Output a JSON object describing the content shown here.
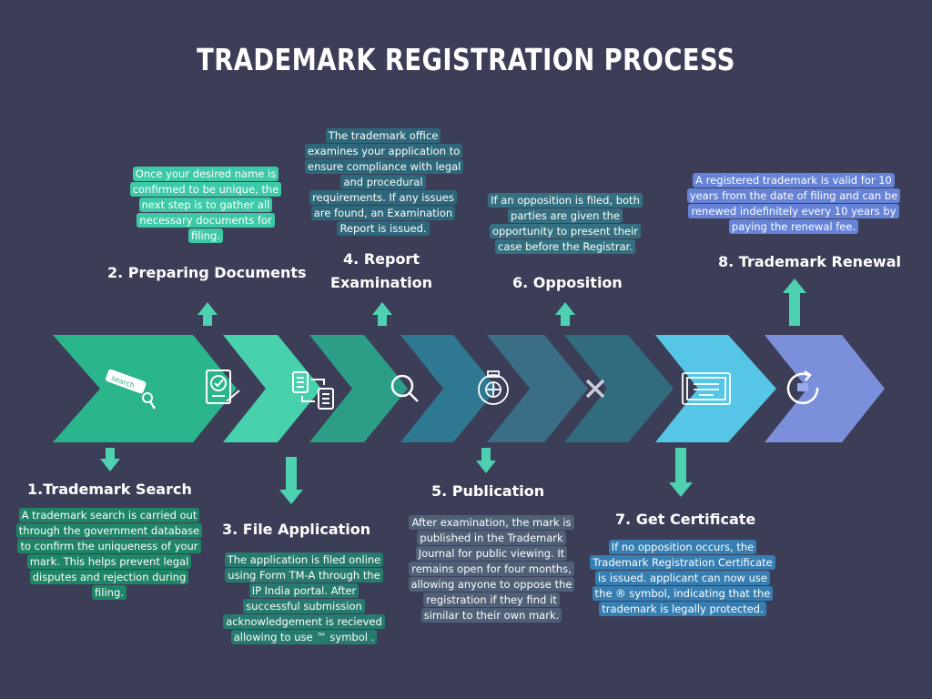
{
  "title": "TRADEMARK REGISTRATION PROCESS",
  "steps": [
    {
      "heading": "1.Trademark Search",
      "text": "A trademark search is carried out through the government database to confirm the uniqueness of your mark. This helps prevent legal disputes and rejection during filing.",
      "icon": "search-tag-icon",
      "color": "#2bb58c"
    },
    {
      "heading": "2. Preparing Documents",
      "text": "Once your desired name is confirmed to be unique, the next step is to gather all necessary documents for filing.",
      "icon": "document-check-icon",
      "color": "#47d1ad"
    },
    {
      "heading": "3. File Application",
      "text": "The application is filed online using Form TM-A through the IP India portal. After successful submission acknowledgement is recieved allowing to use ™ symbol .",
      "icon": "file-exchange-icon",
      "color": "#2c9d86"
    },
    {
      "heading": "4. Report Examination",
      "text": "The trademark office examines your application to ensure compliance with legal and procedural requirements. If any issues are found, an Examination Report is issued.",
      "icon": "magnifier-icon",
      "color": "#2f7891"
    },
    {
      "heading": "5. Publication",
      "text": "After examination, the mark is published in the Trademark Journal for public viewing. It remains open for four months, allowing anyone to oppose the registration if they find it similar to their own mark.",
      "icon": "globe-publish-icon",
      "color": "#3a6e87"
    },
    {
      "heading": "6. Opposition",
      "text": "If an opposition is filed, both parties are given the opportunity to present their case before the Registrar.",
      "icon": "cross-icon",
      "color": "#316c7e"
    },
    {
      "heading": "7. Get Certificate",
      "text": "If no opposition occurs, the Trademark Registration Certificate is issued. applicant can now use the ® symbol, indicating that the trademark is legally protected.",
      "icon": "certificate-icon",
      "color": "#56c6e6"
    },
    {
      "heading": "8. Trademark Renewal",
      "text": "A registered trademark is valid for 10 years from the date of filing and can be renewed indefinitely every 10 years by paying the renewal fee.",
      "icon": "renew-icon",
      "color": "#7b8fdb"
    }
  ],
  "icon_labels": {
    "search_tag": "search"
  },
  "arrow_color": "#4ed1b0"
}
